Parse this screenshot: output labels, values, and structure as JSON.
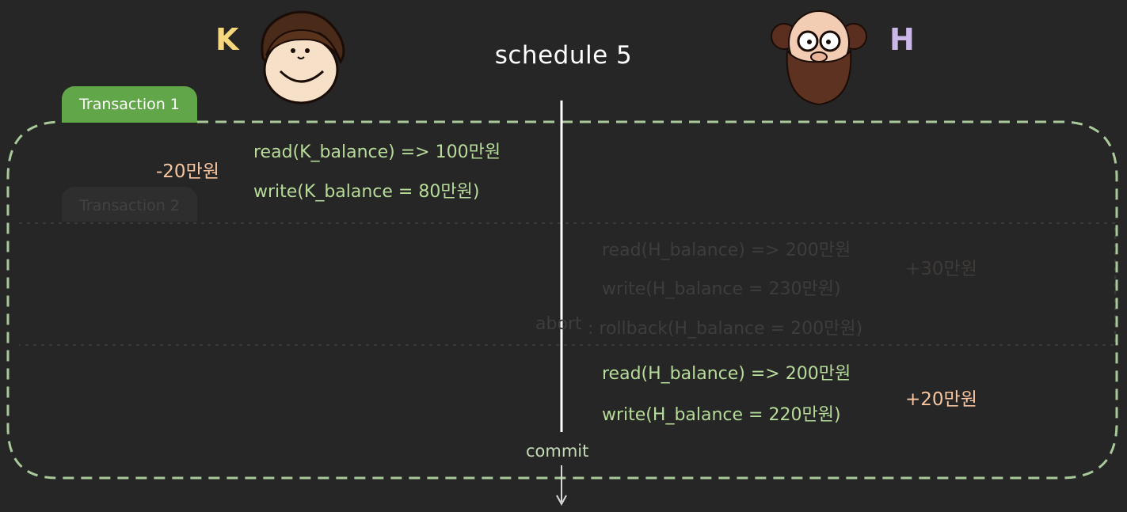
{
  "title": "schedule 5",
  "users": {
    "k": {
      "letter": "K",
      "color": "#f5d77c"
    },
    "h": {
      "letter": "H",
      "color": "#cbb8e8"
    }
  },
  "colors": {
    "background": "#262626",
    "transaction1_tab": "#62a64a",
    "border_dash": "#a9c99b",
    "operation_text": "#b7dc9a",
    "amount_text": "#f6c5a0"
  },
  "transaction1": {
    "tab_label": "Transaction 1",
    "k_delta": "-20만원",
    "ops": [
      "read(K_balance) => 100만원",
      "write(K_balance = 80만원)"
    ],
    "h_ops": [
      "read(H_balance) => 200만원",
      "write(H_balance = 220만원)"
    ],
    "h_delta": "+20만원"
  },
  "transaction2": {
    "tab_label": "Transaction 2",
    "ops": [
      "read(H_balance) => 200만원",
      "write(H_balance = 230만원)"
    ],
    "h_delta": "+30만원",
    "abort_label": "abort",
    "abort_op": ": rollback(H_balance = 200만원)"
  },
  "commit_label": "commit"
}
